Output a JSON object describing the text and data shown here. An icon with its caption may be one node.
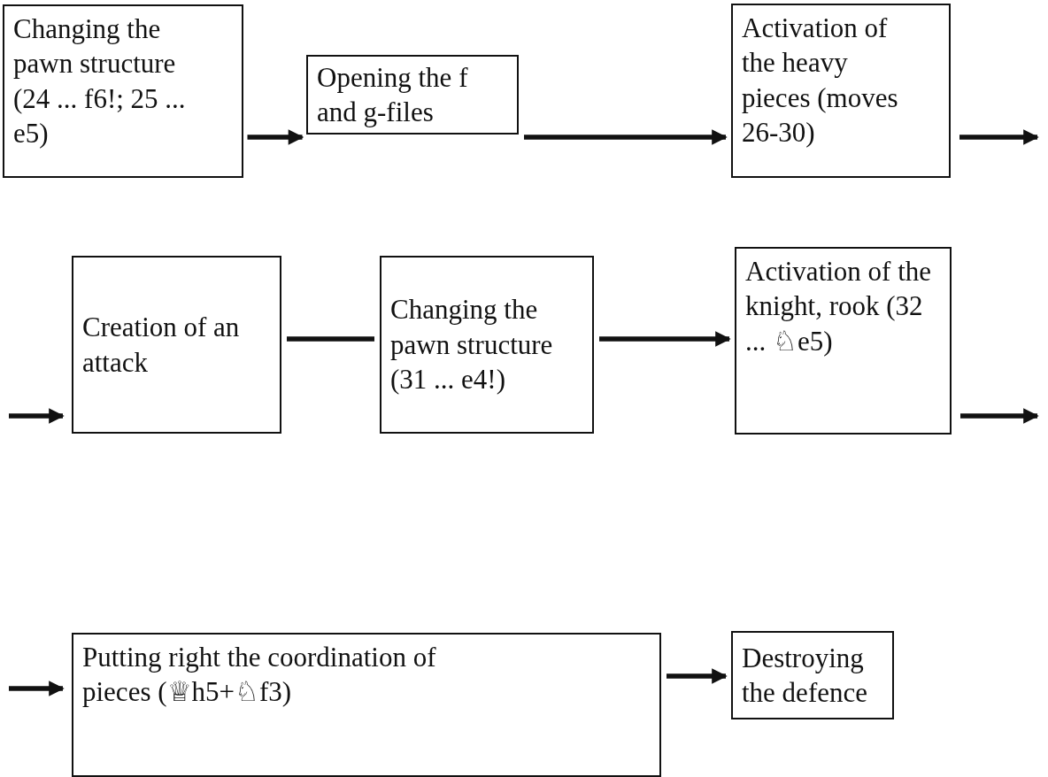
{
  "diagram": {
    "nodes": [
      {
        "text": [
          "Changing the pawn structure (24 ... f6!; 25 ... e5)"
        ]
      },
      {
        "text": [
          "Opening the f and g-files"
        ]
      },
      {
        "text": [
          "Activation of the heavy pieces (moves 26-30)"
        ]
      },
      {
        "text": [
          "Creation of an attack"
        ]
      },
      {
        "text": [
          "Changing the pawn structure (31 ... e4!)"
        ]
      },
      {
        "text": [
          "Activation of the knight, rook (32 ... ♘e5)"
        ]
      },
      {
        "text": [
          "Putting right the coordination of pieces (♕h5+♘f3)"
        ]
      },
      {
        "text": [
          "Destroying the defence"
        ]
      }
    ],
    "edges": [
      {
        "from": 0,
        "to": 1,
        "arrow": "to"
      },
      {
        "from": 1,
        "to": 2,
        "arrow": "to"
      },
      {
        "from": 2,
        "to": null,
        "arrow": "to"
      },
      {
        "from": null,
        "to": 3,
        "arrow": "to"
      },
      {
        "from": 3,
        "to": 4,
        "arrow": "none"
      },
      {
        "from": 4,
        "to": 5,
        "arrow": "to"
      },
      {
        "from": 5,
        "to": null,
        "arrow": "to"
      },
      {
        "from": null,
        "to": 6,
        "arrow": "to"
      },
      {
        "from": 6,
        "to": 7,
        "arrow": "to"
      }
    ]
  }
}
